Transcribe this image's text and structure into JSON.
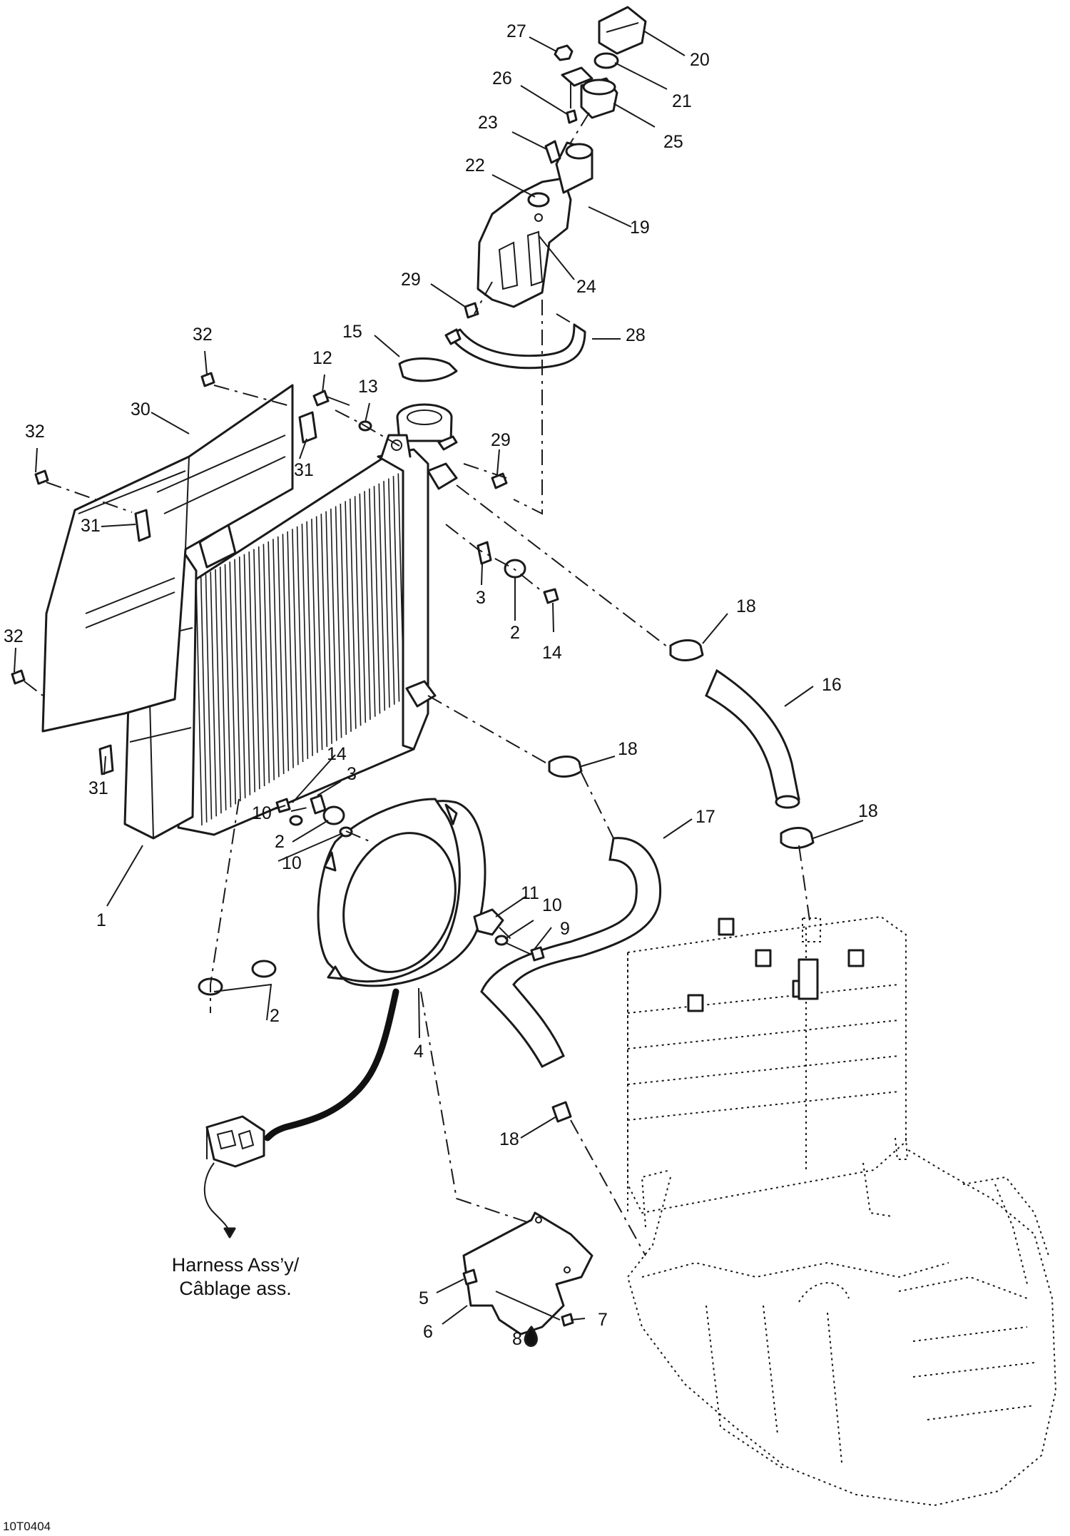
{
  "figure_ref": "10T0404",
  "harness_note": {
    "line1": "Harness Ass’y/",
    "line2": "Câblage ass."
  },
  "callouts": [
    {
      "id": "c1",
      "label": "1"
    },
    {
      "id": "c2a",
      "label": "2"
    },
    {
      "id": "c2b",
      "label": "2"
    },
    {
      "id": "c2c",
      "label": "2"
    },
    {
      "id": "c3a",
      "label": "3"
    },
    {
      "id": "c3b",
      "label": "3"
    },
    {
      "id": "c4",
      "label": "4"
    },
    {
      "id": "c5",
      "label": "5"
    },
    {
      "id": "c6",
      "label": "6"
    },
    {
      "id": "c7",
      "label": "7"
    },
    {
      "id": "c8",
      "label": "8"
    },
    {
      "id": "c9",
      "label": "9"
    },
    {
      "id": "c10a",
      "label": "10"
    },
    {
      "id": "c10b",
      "label": "10"
    },
    {
      "id": "c10c",
      "label": "10"
    },
    {
      "id": "c11",
      "label": "11"
    },
    {
      "id": "c12",
      "label": "12"
    },
    {
      "id": "c13",
      "label": "13"
    },
    {
      "id": "c14a",
      "label": "14"
    },
    {
      "id": "c14b",
      "label": "14"
    },
    {
      "id": "c15",
      "label": "15"
    },
    {
      "id": "c16",
      "label": "16"
    },
    {
      "id": "c17",
      "label": "17"
    },
    {
      "id": "c18a",
      "label": "18"
    },
    {
      "id": "c18b",
      "label": "18"
    },
    {
      "id": "c18c",
      "label": "18"
    },
    {
      "id": "c18d",
      "label": "18"
    },
    {
      "id": "c19",
      "label": "19"
    },
    {
      "id": "c20",
      "label": "20"
    },
    {
      "id": "c21",
      "label": "21"
    },
    {
      "id": "c22",
      "label": "22"
    },
    {
      "id": "c23",
      "label": "23"
    },
    {
      "id": "c24",
      "label": "24"
    },
    {
      "id": "c25",
      "label": "25"
    },
    {
      "id": "c26",
      "label": "26"
    },
    {
      "id": "c27",
      "label": "27"
    },
    {
      "id": "c28",
      "label": "28"
    },
    {
      "id": "c29a",
      "label": "29"
    },
    {
      "id": "c29b",
      "label": "29"
    },
    {
      "id": "c30",
      "label": "30"
    },
    {
      "id": "c31a",
      "label": "31"
    },
    {
      "id": "c31b",
      "label": "31"
    },
    {
      "id": "c31c",
      "label": "31"
    },
    {
      "id": "c32a",
      "label": "32"
    },
    {
      "id": "c32b",
      "label": "32"
    },
    {
      "id": "c32c",
      "label": "32"
    }
  ]
}
